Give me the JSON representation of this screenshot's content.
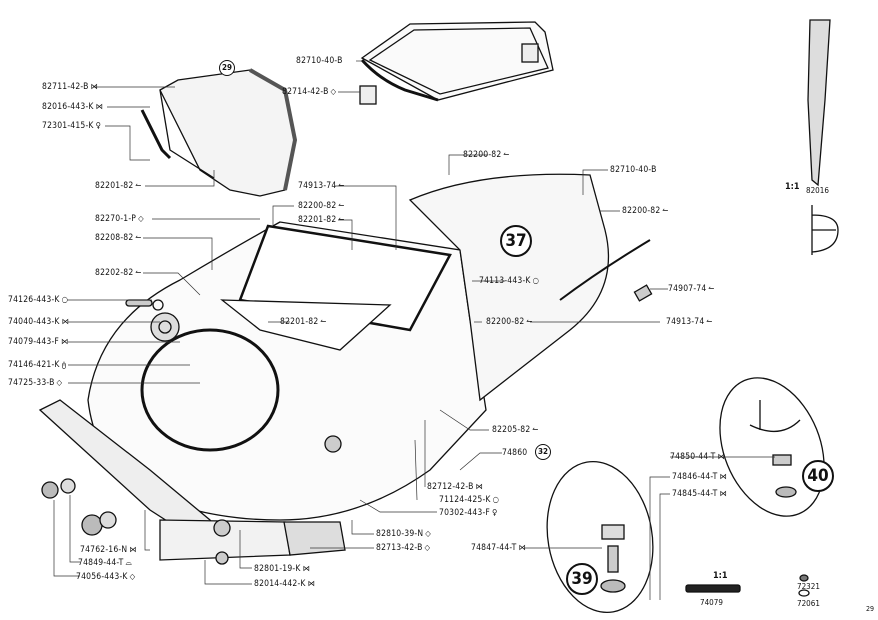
{
  "page_number": "29",
  "callouts": {
    "c29": "29",
    "c32": "32",
    "c37": "37",
    "c39": "39",
    "c40": "40"
  },
  "scale_labels": {
    "top_right": "1:1",
    "bottom": "1:1"
  },
  "detail_parts": {
    "clip": "82016",
    "strip": "74079",
    "nut": "72321",
    "washer": "72061"
  },
  "symbols": {
    "bowtie": "⋈",
    "diamond": "◇",
    "circle": "○",
    "arrow": "↼",
    "key": "♀",
    "hook": "ტ",
    "semicircle": "⌓"
  },
  "labels": [
    {
      "id": "l1",
      "text": "82711-42-B",
      "sym": "bowtie"
    },
    {
      "id": "l2",
      "text": "82016-443-K",
      "sym": "bowtie"
    },
    {
      "id": "l3",
      "text": "72301-415-K",
      "sym": "key"
    },
    {
      "id": "l4",
      "text": "82201-82",
      "sym": "arrow"
    },
    {
      "id": "l5",
      "text": "82270-1-P",
      "sym": "diamond"
    },
    {
      "id": "l6",
      "text": "82208-82",
      "sym": "arrow"
    },
    {
      "id": "l7",
      "text": "82202-82",
      "sym": "arrow"
    },
    {
      "id": "l8",
      "text": "74126-443-K",
      "sym": "circle"
    },
    {
      "id": "l9",
      "text": "74040-443-K",
      "sym": "bowtie"
    },
    {
      "id": "l10",
      "text": "74079-443-F",
      "sym": "bowtie"
    },
    {
      "id": "l11",
      "text": "74146-421-K",
      "sym": "hook"
    },
    {
      "id": "l12",
      "text": "74725-33-B",
      "sym": "diamond"
    },
    {
      "id": "l13",
      "text": "82710-40-B",
      "sym": ""
    },
    {
      "id": "l14",
      "text": "82714-42-B",
      "sym": "diamond"
    },
    {
      "id": "l15",
      "text": "82200-82",
      "sym": "arrow"
    },
    {
      "id": "l16",
      "text": "74913-74",
      "sym": "arrow"
    },
    {
      "id": "l17",
      "text": "82200-82",
      "sym": "arrow"
    },
    {
      "id": "l18",
      "text": "82201-82",
      "sym": "arrow"
    },
    {
      "id": "l19",
      "text": "82201-82",
      "sym": "arrow"
    },
    {
      "id": "l20",
      "text": "74113-443-K",
      "sym": "circle"
    },
    {
      "id": "l21",
      "text": "82710-40-B",
      "sym": ""
    },
    {
      "id": "l22",
      "text": "82200-82",
      "sym": "arrow"
    },
    {
      "id": "l23",
      "text": "74907-74",
      "sym": "arrow"
    },
    {
      "id": "l24",
      "text": "82200-82",
      "sym": "arrow"
    },
    {
      "id": "l25",
      "text": "74913-74",
      "sym": "arrow"
    },
    {
      "id": "l26",
      "text": "82205-82",
      "sym": "arrow"
    },
    {
      "id": "l27",
      "text": "74860",
      "sym": ""
    },
    {
      "id": "l28",
      "text": "82712-42-B",
      "sym": "bowtie"
    },
    {
      "id": "l29",
      "text": "71124-425-K",
      "sym": "circle"
    },
    {
      "id": "l30",
      "text": "70302-443-F",
      "sym": "key"
    },
    {
      "id": "l31",
      "text": "82810-39-N",
      "sym": "diamond"
    },
    {
      "id": "l32",
      "text": "82713-42-B",
      "sym": "diamond"
    },
    {
      "id": "l33",
      "text": "74847-44-T",
      "sym": "bowtie"
    },
    {
      "id": "l34",
      "text": "74850-44-T",
      "sym": "bowtie"
    },
    {
      "id": "l35",
      "text": "74846-44-T",
      "sym": "bowtie"
    },
    {
      "id": "l36",
      "text": "74845-44-T",
      "sym": "bowtie"
    },
    {
      "id": "l37",
      "text": "74762-16-N",
      "sym": "bowtie"
    },
    {
      "id": "l38",
      "text": "74849-44-T",
      "sym": "semicircle"
    },
    {
      "id": "l39",
      "text": "74056-443-K",
      "sym": "diamond"
    },
    {
      "id": "l40",
      "text": "82801-19-K",
      "sym": "bowtie"
    },
    {
      "id": "l41",
      "text": "82014-442-K",
      "sym": "bowtie"
    }
  ]
}
